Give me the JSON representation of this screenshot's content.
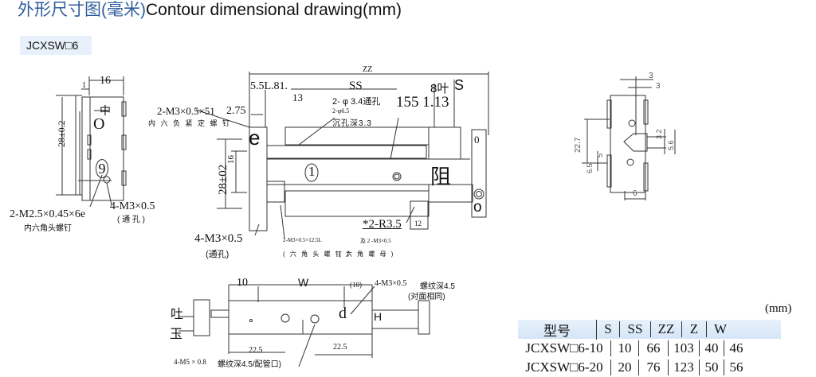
{
  "header": {
    "title_cn": "外形尺寸图(毫米)",
    "title_en": "Contour dimensional drawing(mm)",
    "model": "JCXSW□6"
  },
  "left_view": {
    "dim_width": "16",
    "dim_small": "1",
    "dim_height": "28±0.2",
    "mark_zhong": "中",
    "mark_o": "O",
    "mark_9": "9",
    "label_screw": "2-M2.5×0.45×6e",
    "label_screw_cn": "内六角头螺钉",
    "label_hole": "4-M3×0.5",
    "label_hole_cn": "( 通 孔 )"
  },
  "center_view": {
    "dim_zz": "ZZ",
    "dim_55": "5.5L.81.",
    "dim_13": "13",
    "dim_ss": "SS",
    "dim_8": "8叶",
    "dim_s": "S",
    "dim_275": "2.75",
    "label_setscrew": "2-M3×0.5×51",
    "label_setscrew_cn": "内 六 负 紧 定 螺 钉",
    "label_through": "2- φ 3.4通孔",
    "label_counter": "2-φ6.5",
    "label_counter_depth": "沉孔深3.3",
    "label_155": "155 1.13",
    "mark_e": "e",
    "mark_0": "0",
    "mark_1": "1",
    "mark_zu": "阻",
    "mark_o": "o",
    "dim_28": "28±02",
    "dim_16": "16",
    "label_r35": "*2-R3.5",
    "dim_12": "12",
    "label_m3_hole": "4-M3×0.5",
    "label_m3_hole_cn": "(通孔)",
    "label_hexbolt": "2-M3×0.5×12.5L",
    "label_hexbolt_cn": "( 六 角 头 螺 钉 》",
    "label_nut": "及  2  -M3×0.5",
    "label_nut_cn": "( 六 角 螺 母 )"
  },
  "right_view": {
    "dim_3a": "3",
    "dim_3b": "3",
    "dim_227": "22.7",
    "dim_5": "5",
    "dim_65": "6.5",
    "dim_32": "3.2",
    "dim_56": "5.6",
    "dim_6": "6"
  },
  "bottom_view": {
    "dim_10": "10",
    "dim_w": "W",
    "dim_10p": "(10)",
    "label_m3": "4-M3×0.5",
    "label_thread": "螺纹深4.5",
    "label_opposite": "(对面相同)",
    "mark_tu": "吐",
    "mark_yu": "玉",
    "mark_d": "d",
    "mark_h": "H",
    "dim_225a": "22.5",
    "dim_225b": "22.5",
    "label_port": "4-M5 × 0.8",
    "label_port_cn": "螺纹深4.5/配管口)"
  },
  "table": {
    "unit": "(mm)",
    "headers": [
      "型号",
      "S",
      "SS",
      "ZZ",
      "Z",
      "W"
    ],
    "rows": [
      [
        "JCXSW□6-10",
        "10",
        "66",
        "103",
        "40",
        "46"
      ],
      [
        "JCXSW□6-20",
        "20",
        "76",
        "123",
        "50",
        "56"
      ]
    ]
  }
}
